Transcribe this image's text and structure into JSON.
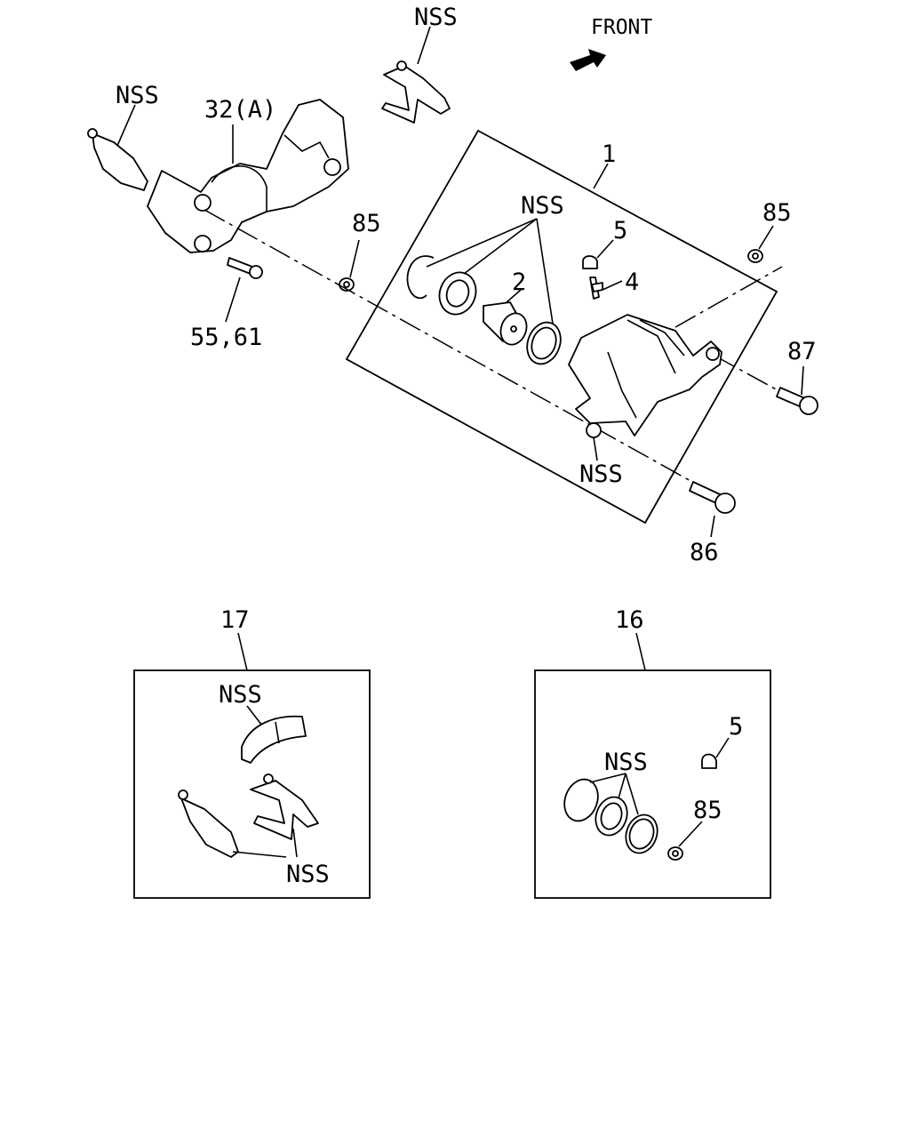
{
  "direction_label": "FRONT",
  "labels": {
    "nss_top_clip": "NSS",
    "nss_left_clip": "NSS",
    "bracket": "32(A)",
    "caliper_assembly": "1",
    "nss_seals": "NSS",
    "cap_5": "5",
    "bleeder_4": "4",
    "piston_2": "2",
    "washer_85_left": "85",
    "washer_85_right": "85",
    "bolt_55_61": "55,61",
    "bolt_87": "87",
    "bolt_86": "86",
    "nss_sleeve": "NSS",
    "kit_17": "17",
    "kit_17_nss_pad": "NSS",
    "kit_17_nss_clips": "NSS",
    "kit_16": "16",
    "kit_16_cap_5": "5",
    "kit_16_nss_seals": "NSS",
    "kit_16_washer_85": "85"
  }
}
